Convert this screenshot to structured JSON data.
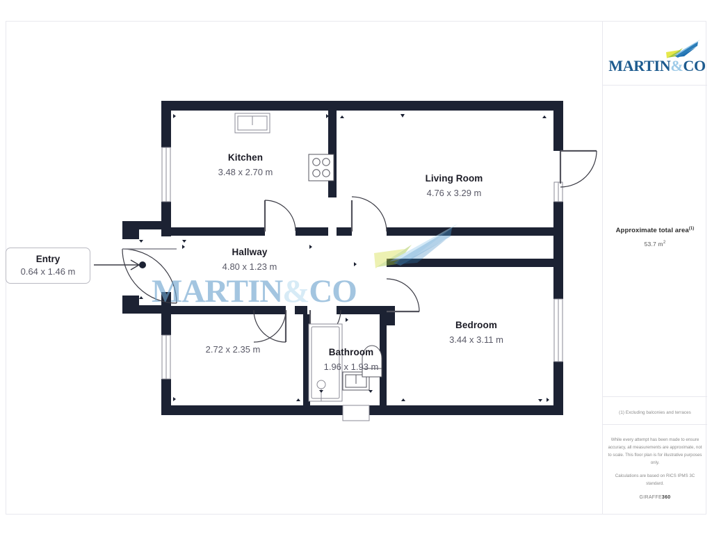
{
  "document": {
    "type": "floor-plan",
    "brand": "MARTIN&CO",
    "brand_first": "MARTIN",
    "brand_amp": "&",
    "brand_last": "CO",
    "watermark": "MARTIN&CO"
  },
  "panel": {
    "area_title": "Approximate total area",
    "area_title_sup": "(1)",
    "area_value": "53.7 m",
    "area_value_sup": "2",
    "footnote": "(1) Excluding balconies and terraces",
    "disclaimer_1": "While every attempt has been made to ensure accuracy, all measurements are approximate, not to scale. This floor plan is for illustrative purposes only.",
    "disclaimer_2": "Calculations are based on RICS IPMS 3C standard.",
    "giraffe_pre": "GIRAFFE",
    "giraffe_bold": "360"
  },
  "rooms": [
    {
      "id": "kitchen",
      "name": "Kitchen",
      "dimensions": "3.48 x 2.70 m"
    },
    {
      "id": "living_room",
      "name": "Living Room",
      "dimensions": "4.76 x 3.29 m"
    },
    {
      "id": "hallway",
      "name": "Hallway",
      "dimensions": "4.80 x 1.23 m"
    },
    {
      "id": "entry",
      "name": "Entry",
      "dimensions": "0.64 x 1.46 m"
    },
    {
      "id": "bathroom",
      "name": "Bathroom",
      "dimensions": "1.96 x 1.93 m"
    },
    {
      "id": "bedroom",
      "name": "Bedroom",
      "dimensions": "3.44 x 3.11 m"
    },
    {
      "id": "room_unnamed",
      "name": "",
      "dimensions": "2.72 x 2.35 m"
    }
  ],
  "colors": {
    "wall": "#1c2233",
    "brand_blue": "#1d5b8f",
    "brand_light_blue": "#9fcbe8",
    "watermark_blue": "#6ba3ce",
    "label_dark": "#1b1b25",
    "label_grey": "#585866",
    "panel_rule": "#e8e8ee",
    "logo_green": "#a8c83c",
    "logo_yellow": "#e6e84a",
    "logo_blue": "#1f6fb0"
  }
}
